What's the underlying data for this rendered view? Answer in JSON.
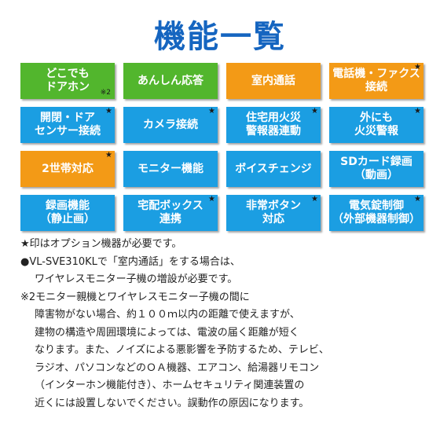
{
  "title": "機能一覧",
  "tiles": [
    {
      "label": "どこでも\nドアホン",
      "color": "green",
      "star": false,
      "note": "※2"
    },
    {
      "label": "あんしん応答",
      "color": "green",
      "star": false,
      "note": ""
    },
    {
      "label": "室内通話",
      "color": "orange",
      "star": false,
      "note": ""
    },
    {
      "label": "電話機・ファクス\n接続",
      "color": "orange",
      "star": true,
      "note": ""
    },
    {
      "label": "開閉・ドア\nセンサー接続",
      "color": "blue",
      "star": true,
      "note": ""
    },
    {
      "label": "カメラ接続",
      "color": "blue",
      "star": true,
      "note": ""
    },
    {
      "label": "住宅用火災\n警報器連動",
      "color": "blue",
      "star": true,
      "note": ""
    },
    {
      "label": "外にも\n火災警報",
      "color": "blue",
      "star": true,
      "note": ""
    },
    {
      "label": "2世帯対応",
      "color": "orange",
      "star": true,
      "note": ""
    },
    {
      "label": "モニター機能",
      "color": "blue",
      "star": false,
      "note": ""
    },
    {
      "label": "ボイスチェンジ",
      "color": "blue",
      "star": false,
      "note": ""
    },
    {
      "label": "SDカード録画\n（動画）",
      "color": "blue",
      "star": false,
      "note": ""
    },
    {
      "label": "録画機能\n（静止画）",
      "color": "blue",
      "star": false,
      "note": ""
    },
    {
      "label": "宅配ボックス\n連携",
      "color": "blue",
      "star": true,
      "note": ""
    },
    {
      "label": "非常ボタン\n対応",
      "color": "blue",
      "star": true,
      "note": ""
    },
    {
      "label": "電気錠制御\n（外部機器制御）",
      "color": "blue",
      "star": true,
      "note": ""
    }
  ],
  "star_symbol": "★",
  "notes": {
    "line1": "★印はオプション機器が必要です。",
    "line2": "●VL-SVE310KLで「室内通話」をする場合は、",
    "line3": "ワイヤレスモニター子機の増設が必要です。",
    "line4": "※2モニター親機とワイヤレスモニター子機の間に",
    "line5": "障害物がない場合、約１００ｍ以内の距離で使えますが、",
    "line6": "建物の構造や周囲環境によっては、電波の届く距離が短く",
    "line7": "なります。また、ノイズによる悪影響を予防するため、テレビ、",
    "line8": "ラジオ、パソコンなどのＯＡ機器、エアコン、給湯器リモコン",
    "line9": "（インターホン機能付き）、ホームセキュリティ関連装置の",
    "line10": "近くには設置しないでください。誤動作の原因になります。"
  }
}
